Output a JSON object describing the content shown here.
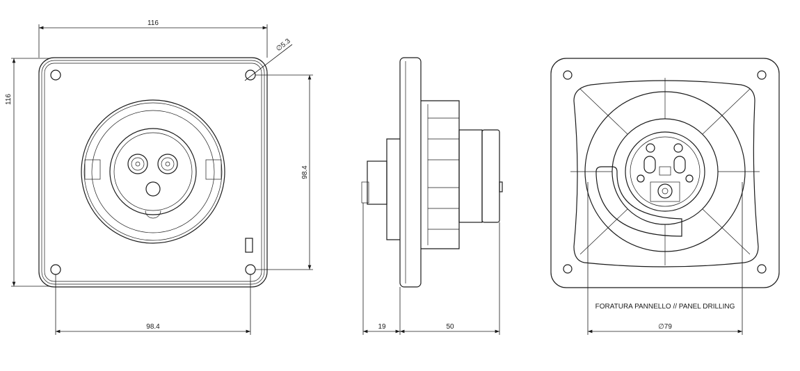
{
  "front_view": {
    "dim_width": "116",
    "dim_height": "116",
    "dim_hole_diameter": "∅5.3",
    "dim_hole_spacing_vertical": "98.4",
    "dim_hole_spacing_horizontal": "98.4"
  },
  "side_view": {
    "dim_front_depth": "19",
    "dim_rear_depth": "50"
  },
  "rear_view": {
    "caption": "FORATURA PANNELLO // PANEL DRILLING",
    "dim_drilling_diameter": "∅79"
  }
}
